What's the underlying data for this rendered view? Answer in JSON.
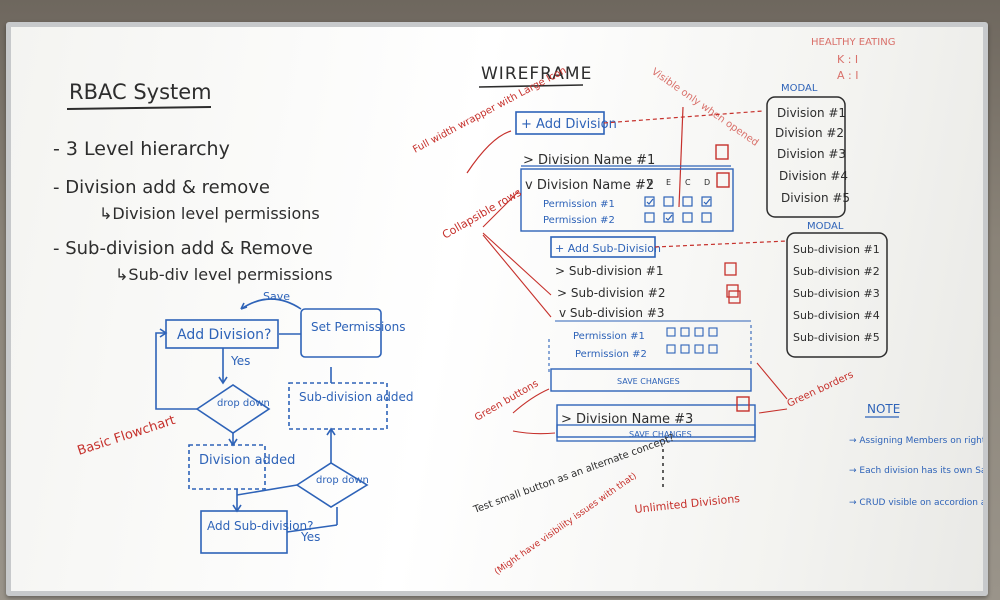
{
  "left": {
    "title": "RBAC System",
    "bullets": [
      "- 3 Level hierarchy",
      "- Division add & remove",
      "↳Division level permissions",
      "- Sub-division add & Remove",
      "↳Sub-div level permissions"
    ]
  },
  "flowchart": {
    "label": "Basic Flowchart",
    "save": "Save",
    "add_division": "Add Division?",
    "yes1": "Yes",
    "drop_down_1": "drop down",
    "division_added": "Division added",
    "add_subdivision": "Add Sub-division?",
    "yes2": "Yes",
    "drop_down_2": "drop down",
    "subdivision_added": "Sub-division added",
    "set_permissions": "Set Permissions"
  },
  "wireframe": {
    "title": "WIREFRAME",
    "add_division": "+ Add Division",
    "visible_note": "Visible only when opened",
    "full_width_note": "Full width wrapper with Large Icon",
    "division1": "> Division Name #1",
    "division2": "v Division Name #2",
    "crud_headers": [
      "V",
      "E",
      "C",
      "D"
    ],
    "permission1": "Permission #1",
    "permission2": "Permission #2",
    "collapsible": "Collapsible rows",
    "add_subdivision": "+ Add Sub-Division",
    "sub1": "> Sub-division #1",
    "sub2": "> Sub-division #2",
    "sub3": "v Sub-division #3",
    "sub_perm1": "Permission #1",
    "sub_perm2": "Permission #2",
    "save_changes_1": "SAVE CHANGES",
    "division3": "> Division Name #3",
    "save_changes_2": "SAVE CHANGES",
    "green_buttons": "Green buttons",
    "green_borders": "Green borders",
    "unlimited": "Unlimited Divisions",
    "test_note": "Test small button as an alternate concept?",
    "visibility_note": "(Might have visibility issues with that)"
  },
  "modal1": {
    "label": "MODAL",
    "items": [
      "Division #1",
      "Division #2",
      "Division #3",
      "Division #4",
      "Division #5"
    ]
  },
  "modal2": {
    "label": "MODAL",
    "items": [
      "Sub-division #1",
      "Sub-division #2",
      "Sub-division #3",
      "Sub-division #4",
      "Sub-division #5"
    ]
  },
  "healthy": {
    "title": "HEALTHY EATING",
    "k": "K : I",
    "a": "A : I"
  },
  "note": {
    "title": "NOTE",
    "items": [
      "→ Assigning Members on right column",
      "→ Each division has its own Save button",
      "→ CRUD visible on accordion active state"
    ]
  },
  "colors": {
    "black": "#2d2d2d",
    "blue": "#2e63b8",
    "red": "#c6312c",
    "board": "#ffffff"
  }
}
